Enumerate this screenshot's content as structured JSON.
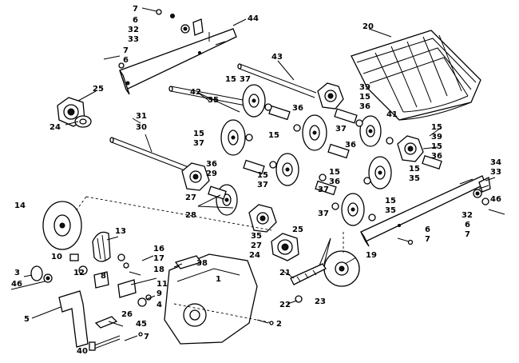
{
  "diagram": {
    "callouts": [
      {
        "id": "c7a",
        "text": "7"
      },
      {
        "id": "c6a",
        "text": "6"
      },
      {
        "id": "c32a",
        "text": "32"
      },
      {
        "id": "c33a",
        "text": "33"
      },
      {
        "id": "c44",
        "text": "44"
      },
      {
        "id": "c20",
        "text": "20"
      },
      {
        "id": "c7b",
        "text": "7"
      },
      {
        "id": "c6b",
        "text": "6"
      },
      {
        "id": "c43",
        "text": "43"
      },
      {
        "id": "c25a",
        "text": "25"
      },
      {
        "id": "c24a",
        "text": "24"
      },
      {
        "id": "c42",
        "text": "42"
      },
      {
        "id": "c35a",
        "text": "35"
      },
      {
        "id": "c15a",
        "text": "15"
      },
      {
        "id": "c37a",
        "text": "37"
      },
      {
        "id": "c39a",
        "text": "39"
      },
      {
        "id": "c15b",
        "text": "15"
      },
      {
        "id": "c36a",
        "text": "36"
      },
      {
        "id": "c31",
        "text": "31"
      },
      {
        "id": "c30",
        "text": "30"
      },
      {
        "id": "c36b",
        "text": "36"
      },
      {
        "id": "c15c",
        "text": "15"
      },
      {
        "id": "c37b",
        "text": "37"
      },
      {
        "id": "c15d",
        "text": "15"
      },
      {
        "id": "c37c",
        "text": "37"
      },
      {
        "id": "c41",
        "text": "41"
      },
      {
        "id": "c15e",
        "text": "15"
      },
      {
        "id": "c39b",
        "text": "39"
      },
      {
        "id": "c15f",
        "text": "15"
      },
      {
        "id": "c36c",
        "text": "36"
      },
      {
        "id": "c36d",
        "text": "36"
      },
      {
        "id": "c36e",
        "text": "36"
      },
      {
        "id": "c29",
        "text": "29"
      },
      {
        "id": "c15g",
        "text": "15"
      },
      {
        "id": "c37d",
        "text": "37"
      },
      {
        "id": "c15h",
        "text": "15"
      },
      {
        "id": "c36f",
        "text": "36"
      },
      {
        "id": "c37e",
        "text": "37"
      },
      {
        "id": "c15i",
        "text": "15"
      },
      {
        "id": "c35b",
        "text": "35"
      },
      {
        "id": "c34",
        "text": "34"
      },
      {
        "id": "c33b",
        "text": "33"
      },
      {
        "id": "c46a",
        "text": "46"
      },
      {
        "id": "c27a",
        "text": "27"
      },
      {
        "id": "c28",
        "text": "28"
      },
      {
        "id": "c15j",
        "text": "15"
      },
      {
        "id": "c37f",
        "text": "37"
      },
      {
        "id": "c35c",
        "text": "35"
      },
      {
        "id": "c32b",
        "text": "32"
      },
      {
        "id": "c6c",
        "text": "6"
      },
      {
        "id": "c7c",
        "text": "7"
      },
      {
        "id": "c6d",
        "text": "6"
      },
      {
        "id": "c7d",
        "text": "7"
      },
      {
        "id": "c14",
        "text": "14"
      },
      {
        "id": "c13",
        "text": "13"
      },
      {
        "id": "c35d",
        "text": "35"
      },
      {
        "id": "c27b",
        "text": "27"
      },
      {
        "id": "c24b",
        "text": "24"
      },
      {
        "id": "c25b",
        "text": "25"
      },
      {
        "id": "c16",
        "text": "16"
      },
      {
        "id": "c17",
        "text": "17"
      },
      {
        "id": "c18",
        "text": "18"
      },
      {
        "id": "c10",
        "text": "10"
      },
      {
        "id": "c12",
        "text": "12"
      },
      {
        "id": "c38",
        "text": "38"
      },
      {
        "id": "c1",
        "text": "1"
      },
      {
        "id": "c19",
        "text": "19"
      },
      {
        "id": "c8",
        "text": "8"
      },
      {
        "id": "c3",
        "text": "3"
      },
      {
        "id": "c46b",
        "text": "46"
      },
      {
        "id": "c21",
        "text": "21"
      },
      {
        "id": "c11",
        "text": "11"
      },
      {
        "id": "c9",
        "text": "9"
      },
      {
        "id": "c4",
        "text": "4"
      },
      {
        "id": "c26",
        "text": "26"
      },
      {
        "id": "c23",
        "text": "23"
      },
      {
        "id": "c22",
        "text": "22"
      },
      {
        "id": "c5",
        "text": "5"
      },
      {
        "id": "c45",
        "text": "45"
      },
      {
        "id": "c2",
        "text": "2"
      },
      {
        "id": "c40",
        "text": "40"
      },
      {
        "id": "c7e",
        "text": "7"
      }
    ]
  }
}
